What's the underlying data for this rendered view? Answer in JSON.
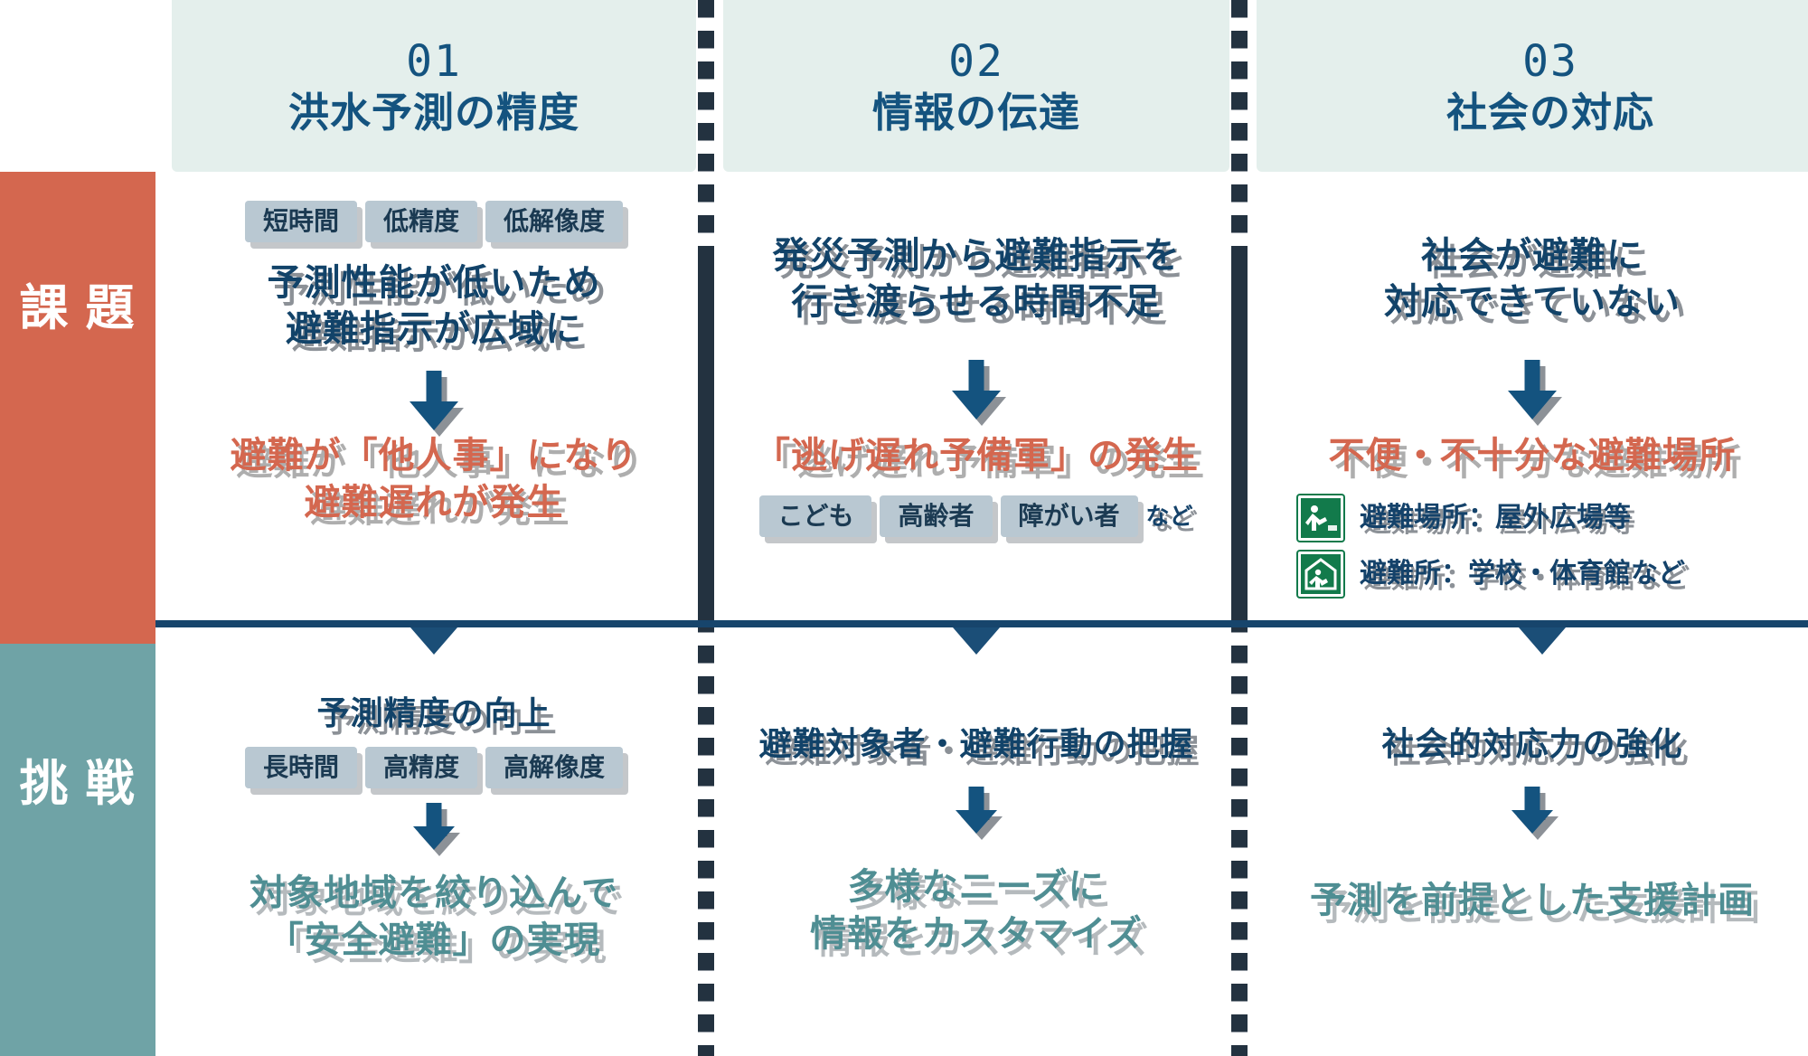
{
  "rails": {
    "issue_label": "課\n題",
    "challenge_label": "挑\n戦",
    "issue_color": "#d4674f",
    "challenge_color": "#6fa3a6"
  },
  "columns": [
    {
      "number": "01",
      "title": "洪水予測の精度",
      "issue": {
        "tags": [
          "短時間",
          "低精度",
          "低解像度"
        ],
        "cause": "予測性能が低いため\n避難指示が広域に",
        "result": "避難が「他人事」になり\n避難遅れが発生"
      },
      "challenge": {
        "headline": "予測精度の向上",
        "tags": [
          "長時間",
          "高精度",
          "高解像度"
        ],
        "result": "対象地域を絞り込んで\n「安全避難」の実現"
      }
    },
    {
      "number": "02",
      "title": "情報の伝達",
      "issue": {
        "cause": "発災予測から避難指示を\n行き渡らせる時間不足",
        "result": "「逃げ遅れ予備軍」の発生",
        "tags": [
          "こども",
          "高齢者",
          "障がい者",
          "など"
        ]
      },
      "challenge": {
        "headline": "避難対象者・避難行動の把握",
        "result": "多様なニーズに\n情報をカスタマイズ"
      }
    },
    {
      "number": "03",
      "title": "社会の対応",
      "issue": {
        "cause": "社会が避難に\n対応できていない",
        "result": "不便・不十分な避難場所",
        "icons": [
          {
            "name": "evacuation-site-icon",
            "text": "避難場所：屋外広場等"
          },
          {
            "name": "evacuation-shelter-icon",
            "text": "避難所：学校・体育館など"
          }
        ]
      },
      "challenge": {
        "headline": "社会的対応力の強化",
        "result": "予測を前提とした支援計画"
      }
    }
  ],
  "colors": {
    "navy": "#124369",
    "red": "#d4674f",
    "teal": "#4f8e93",
    "header_bg": "#e4efec",
    "tag_bg": "#b9c8d2",
    "divider": "#233240"
  }
}
